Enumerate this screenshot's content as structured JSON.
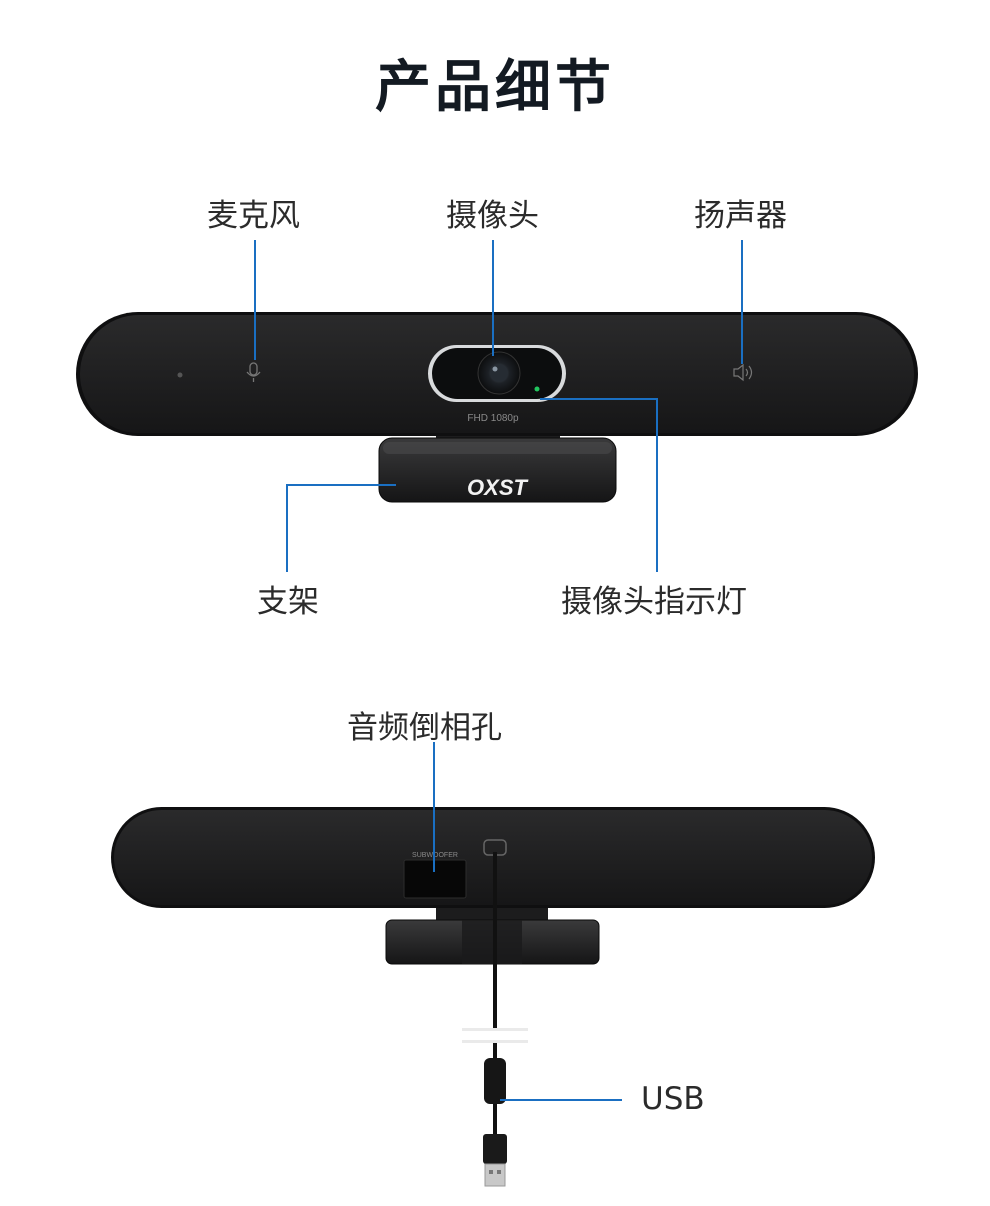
{
  "title": "产品细节",
  "front": {
    "labels": {
      "microphone": "麦克风",
      "camera": "摄像头",
      "speaker": "扬声器",
      "stand": "支架",
      "indicator": "摄像头指示灯"
    },
    "lens_text": "FHD 1080p",
    "logo_text": "OXST"
  },
  "back": {
    "labels": {
      "audio_port": "音频倒相孔",
      "usb": "USB"
    },
    "port_text": "SUBWOOFER"
  },
  "colors": {
    "callout_line": "#1a6fc2",
    "device_body": "#1b1b1c",
    "indicator_led": "#22c55e"
  }
}
